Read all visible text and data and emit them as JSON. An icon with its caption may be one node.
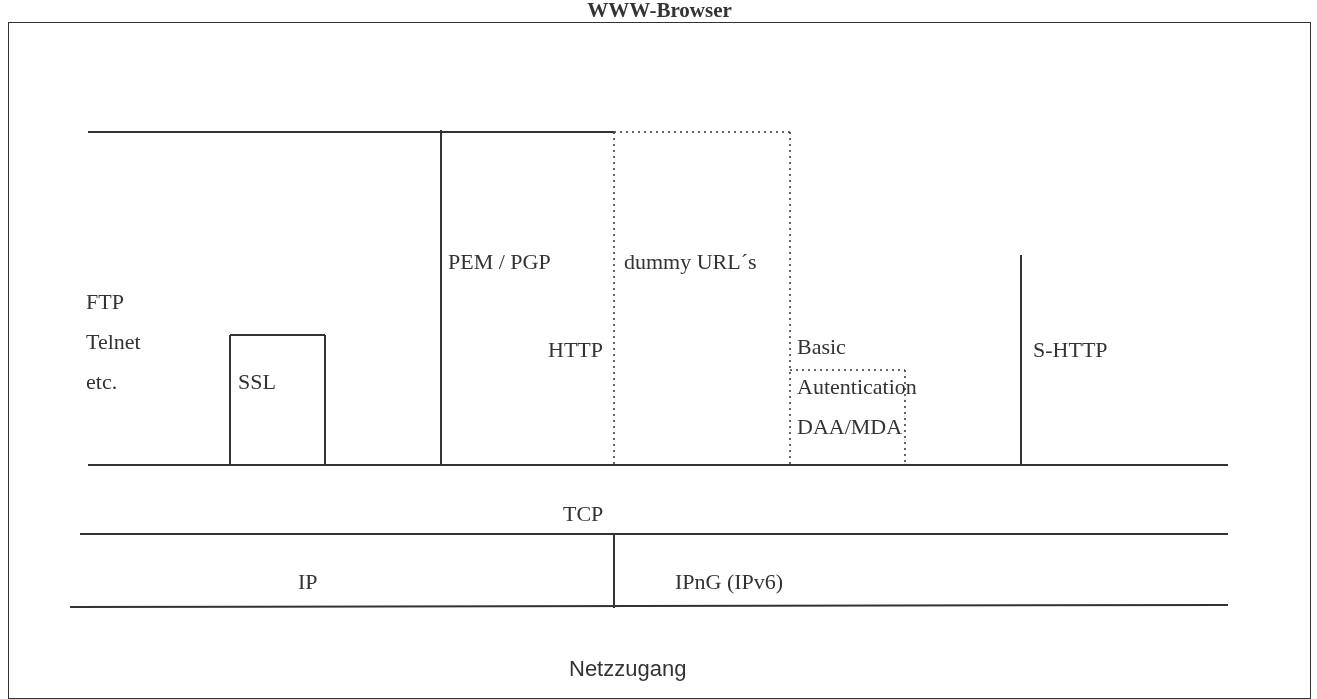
{
  "diagram": {
    "nodes": [
      {
        "text": [
          "WWW-Browser"
        ]
      },
      {
        "text": [
          "FTP Telnet etc."
        ],
        "in": 0
      },
      {
        "text": [
          "SSL"
        ],
        "in": 0
      },
      {
        "text": [
          "PEM / PGP"
        ],
        "in": 0
      },
      {
        "text": [
          "dummy URL´s"
        ],
        "in": 0
      },
      {
        "text": [
          "HTTP"
        ],
        "in": 0
      },
      {
        "text": [
          "Basic Autentication DAA/MDA"
        ],
        "in": 0
      },
      {
        "text": [
          "S-HTTP"
        ],
        "in": 0
      },
      {
        "text": [
          "TCP"
        ],
        "in": 0
      },
      {
        "text": [
          "IP"
        ],
        "in": 0
      },
      {
        "text": [
          "IPnG (IPv6)"
        ],
        "in": 0
      },
      {
        "text": [
          "Netzzugang"
        ],
        "in": 0
      }
    ]
  }
}
